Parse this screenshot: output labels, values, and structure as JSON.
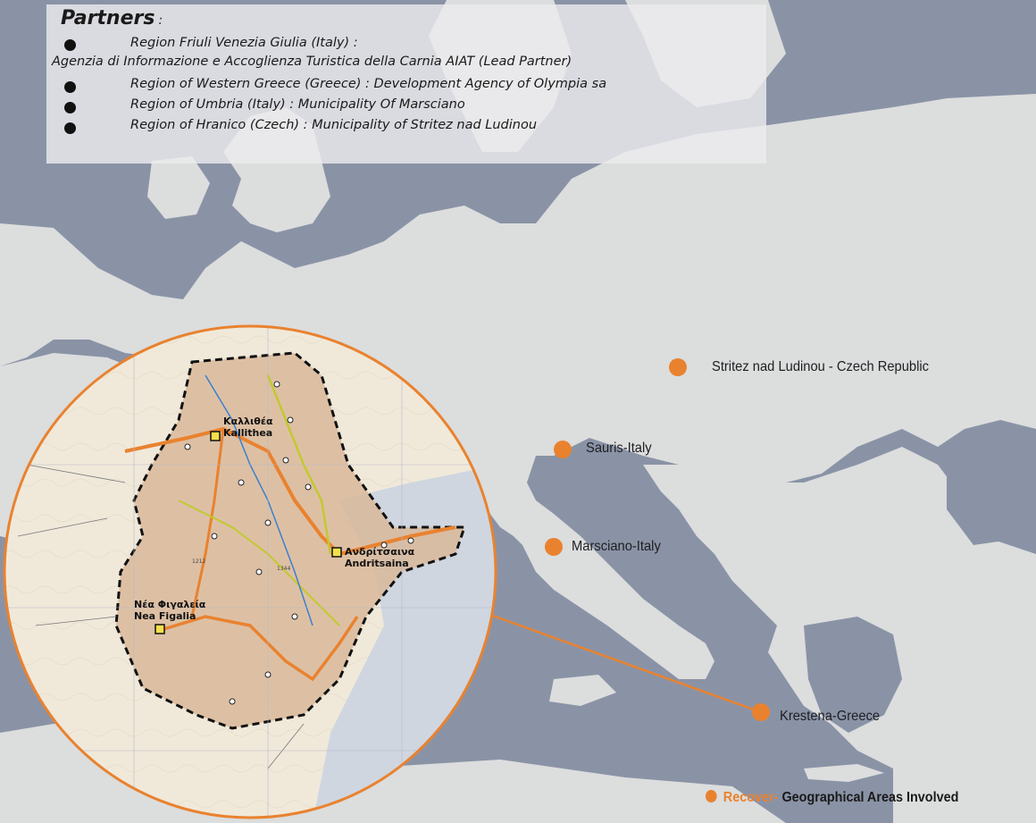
{
  "partners": {
    "title": "Partners",
    "title_suffix": ":",
    "items": [
      "Region Friuli Venezia Giulia (Italy) :",
      "Agenzia di Informazione e Accoglienza Turistica della Carnia AIAT (Lead Partner)",
      "Region of Western Greece (Greece) : Development Agency of Olympia sa",
      "Region of Umbria (Italy) : Municipality Of Marsciano",
      "Region of Hranico (Czech) : Municipality of Stritez nad Ludinou"
    ]
  },
  "locations": [
    {
      "label": "Stritez nad Ludinou - Czech Republic"
    },
    {
      "label": "Sauris-Italy"
    },
    {
      "label": "Marsciano-Italy"
    },
    {
      "label": "Krestena-Greece"
    }
  ],
  "inset": {
    "places": [
      "Καλλιθέα",
      "Kallithea",
      "Ανδρίτσαινα",
      "Andritsaina",
      "Νέα Φιγαλεία",
      "Nea Figalia"
    ],
    "elevations": [
      "1212",
      "1344"
    ]
  },
  "legend": {
    "prefix": "Recover-",
    "text": "Geographical Areas Involved"
  },
  "colors": {
    "marker": "#e9822f",
    "sea": "#8a93a6",
    "land": "#dcdddd",
    "route": "#e9822f",
    "legend_text": "#1a1a1a"
  }
}
